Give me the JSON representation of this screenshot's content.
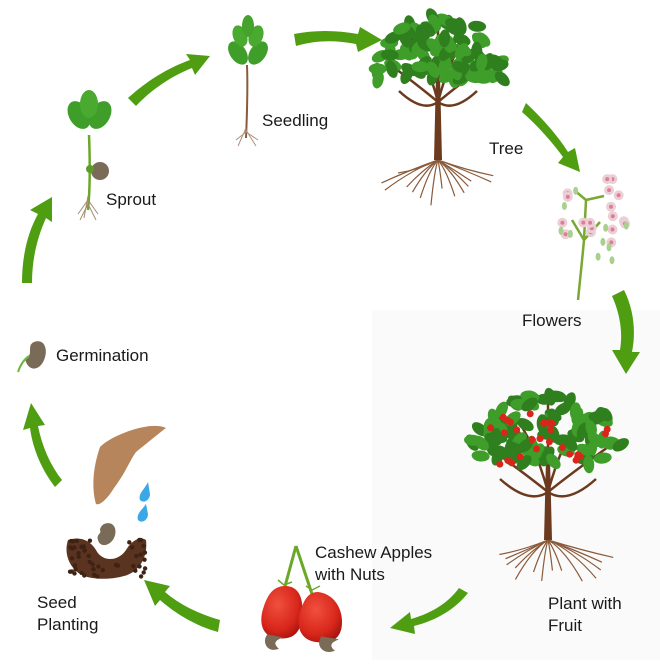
{
  "title": "Cashew Tree Life Cycle",
  "colors": {
    "arrow": "#4f9d10",
    "leaf": "#3f9d2a",
    "leaf_dark": "#2f7f1f",
    "trunk": "#6b3a1f",
    "root": "#8a5a3a",
    "seed": "#7a6a58",
    "fruit": "#d8261b",
    "flower_petal": "#e9cfd6",
    "flower_center": "#e57b92",
    "water": "#3aa8e6",
    "hand": "#b7855c",
    "soil": "#5a3420",
    "text": "#1a1a1a"
  },
  "stages": [
    {
      "id": "seed-planting",
      "label_lines": [
        "Seed",
        "Planting"
      ]
    },
    {
      "id": "germination",
      "label_lines": [
        "Germination"
      ]
    },
    {
      "id": "sprout",
      "label_lines": [
        "Sprout"
      ]
    },
    {
      "id": "seedling",
      "label_lines": [
        "Seedling"
      ]
    },
    {
      "id": "tree",
      "label_lines": [
        "Tree"
      ]
    },
    {
      "id": "flowers",
      "label_lines": [
        "Flowers"
      ]
    },
    {
      "id": "plant-with-fruit",
      "label_lines": [
        "Plant with",
        "Fruit"
      ]
    },
    {
      "id": "cashew-apples",
      "label_lines": [
        "Cashew Apples",
        "with Nuts"
      ]
    }
  ],
  "cycle_order": [
    "seed-planting",
    "germination",
    "sprout",
    "seedling",
    "tree",
    "flowers",
    "plant-with-fruit",
    "cashew-apples"
  ]
}
